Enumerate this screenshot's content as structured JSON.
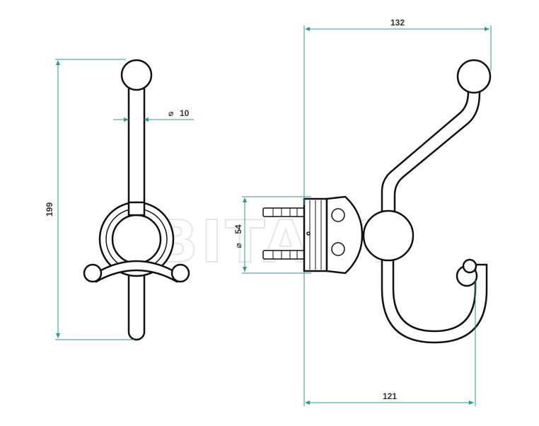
{
  "dimensions": {
    "width_top": "132",
    "width_bottom": "121",
    "height": "199",
    "rod_diameter": "10",
    "base_diameter": "54",
    "diameter_symbol": "⌀"
  },
  "watermark": "ABITANT",
  "colors": {
    "dimension": "#2a9a94",
    "outline": "#111111"
  }
}
